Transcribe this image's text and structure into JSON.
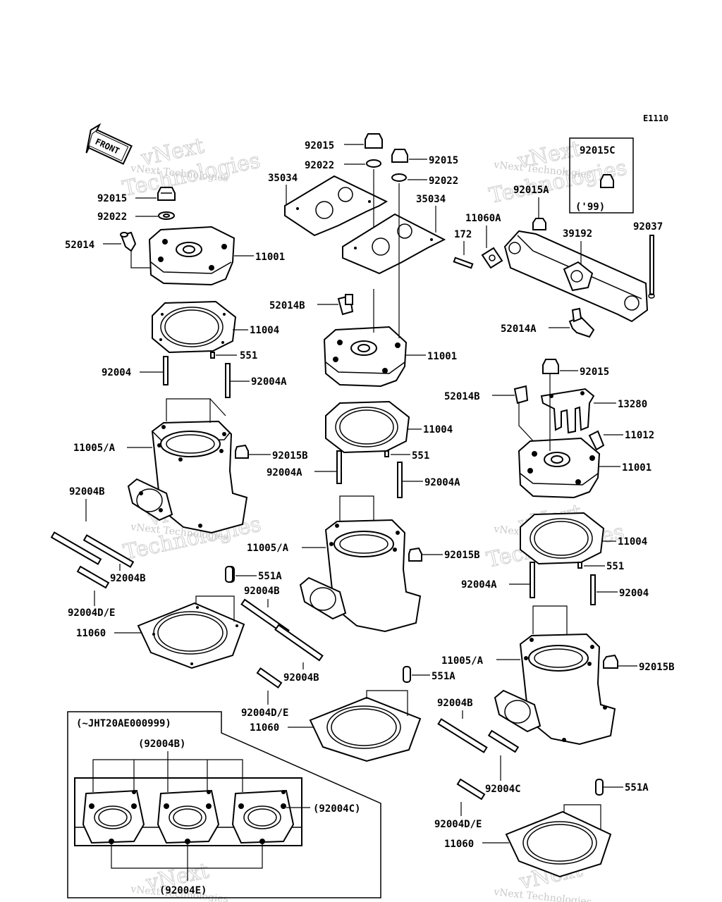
{
  "diagram_code": "E1110",
  "front_label": "FRONT",
  "watermark": {
    "line1": "vNext",
    "line2": "Technologies",
    "small": "vNext Technologies"
  },
  "inset": {
    "title": "(~JHT20AE000999)",
    "top_label": "(92004B)",
    "right_label": "(92004C)",
    "bottom_label": "(92004E)"
  },
  "period_box": {
    "part": "92015C",
    "note": "('99)"
  },
  "labels": {
    "l_92015_a": "92015",
    "l_92022_a": "92022",
    "l_52014": "52014",
    "l_11001_a": "11001",
    "l_11004_a": "11004",
    "l_92004": "92004",
    "l_551_a": "551",
    "l_92004A_a": "92004A",
    "l_11005A_a": "11005/A",
    "l_92015B_a": "92015B",
    "l_92004B_a": "92004B",
    "l_92004B_b": "92004B",
    "l_92004DE_a": "92004D/E",
    "l_11060_a": "11060",
    "l_92015_b": "92015",
    "l_92015_c": "92015",
    "l_92022_b": "92022",
    "l_92022_c": "92022",
    "l_35034_a": "35034",
    "l_35034_b": "35034",
    "l_52014B_a": "52014B",
    "l_11001_b": "11001",
    "l_11004_b": "11004",
    "l_92004A_b": "92004A",
    "l_551_b": "551",
    "l_92004A_c": "92004A",
    "l_11005A_b": "11005/A",
    "l_92015B_b": "92015B",
    "l_551A_a": "551A",
    "l_92004B_c": "92004B",
    "l_92004B_d": "92004B",
    "l_92004DE_b": "92004D/E",
    "l_11060_b": "11060",
    "l_551A_b": "551A",
    "l_92015A": "92015A",
    "l_11060A": "11060A",
    "l_172": "172",
    "l_39192": "39192",
    "l_92037": "92037",
    "l_52014A": "52014A",
    "l_92015_d": "92015",
    "l_52014B_b": "52014B",
    "l_13280": "13280",
    "l_11012": "11012",
    "l_11001_c": "11001",
    "l_11004_c": "11004",
    "l_551_c": "551",
    "l_92004A_d": "92004A",
    "l_92004_b": "92004",
    "l_11005A_c": "11005/A",
    "l_92015B_c": "92015B",
    "l_92004B_e": "92004B",
    "l_92004C": "92004C",
    "l_92004DE_c": "92004D/E",
    "l_551A_c": "551A",
    "l_11060_c": "11060"
  }
}
